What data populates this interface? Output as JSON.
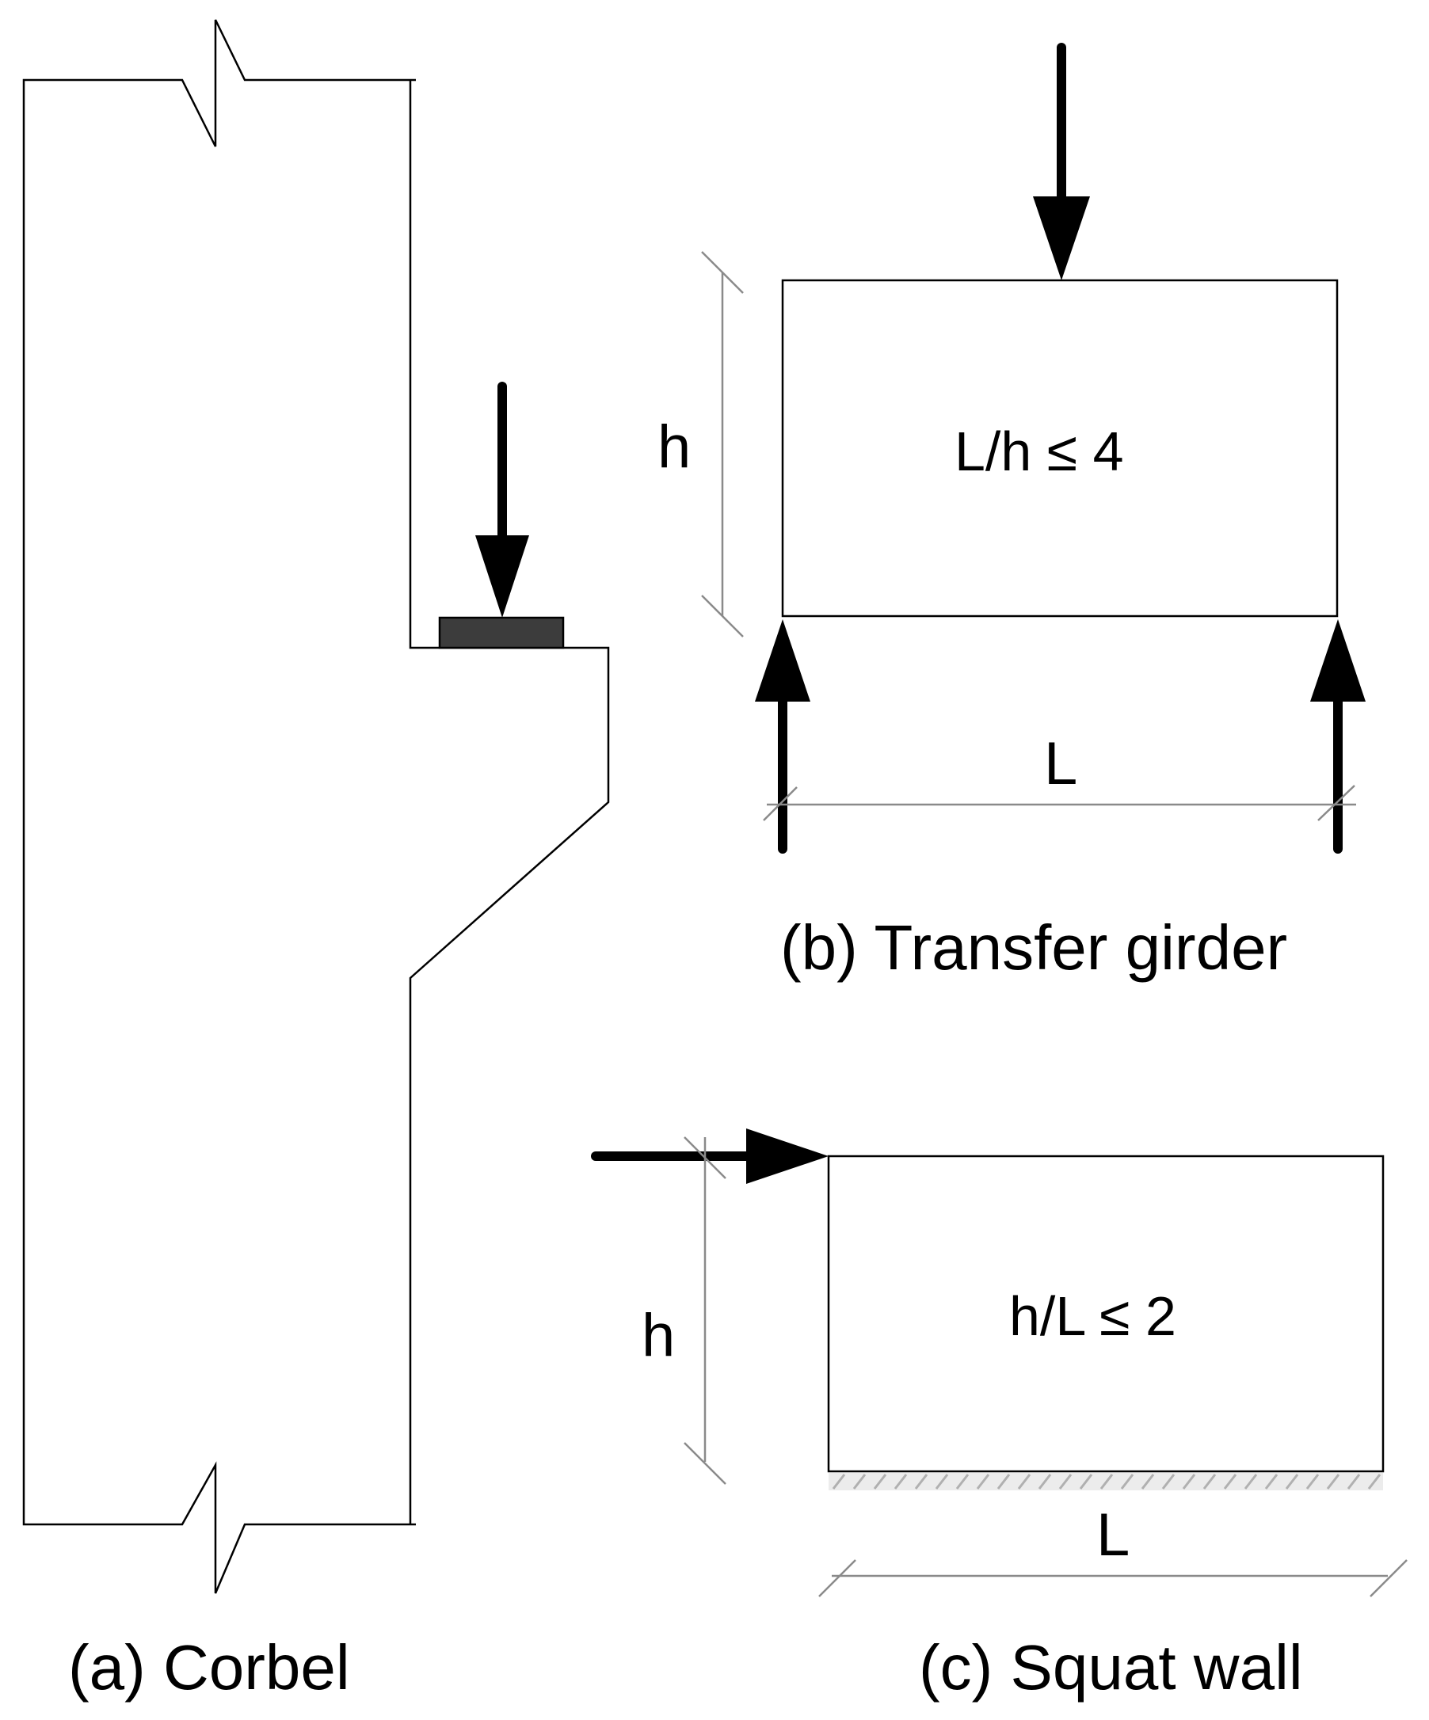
{
  "panels": {
    "corbel": {
      "caption": "(a) Corbel"
    },
    "transfer_girder": {
      "caption": "(b) Transfer girder",
      "height_label": "h",
      "span_label": "L",
      "ratio_label": "L/h ≤  4"
    },
    "squat_wall": {
      "caption": "(c) Squat wall",
      "height_label": "h",
      "length_label": "L",
      "ratio_label": "h/L ≤  2"
    }
  },
  "colors": {
    "outline": "#000000",
    "dimension_line": "#8a8a8a",
    "bearing_plate": "#3c3c3c",
    "ground_hatch": "#b0b0b0"
  }
}
